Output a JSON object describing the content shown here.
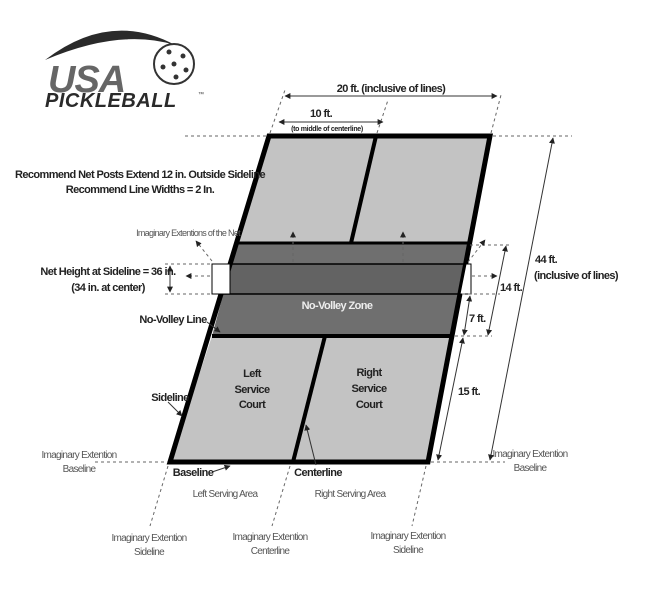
{
  "logo": {
    "line1": "USA",
    "line2": "PICKLEBALL",
    "trademark": "™"
  },
  "colors": {
    "court": "#c3c3c3",
    "no_volley_zone": "#6f6f6f",
    "net_band": "#666666",
    "lines": "#000000"
  },
  "dimensions": {
    "width_total": "20 ft. (inclusive of lines)",
    "width_half": "10 ft.",
    "width_half_note": "(to middle of centerline)",
    "length_total": "44 ft.",
    "length_total_note": "(inclusive of lines)",
    "nvz_both": "14 ft.",
    "nvz_one": "7 ft.",
    "service_depth": "15 ft."
  },
  "notes": {
    "net_posts": "Recommend Net Posts Extend 12 in. Outside Sideline",
    "line_widths": "Recommend Line Widths = 2 In.",
    "net_height": "Net Height at Sideline = 36 in.",
    "net_height_center": "(34 in. at center)",
    "net_extensions": "Imaginary Extentions of the Net"
  },
  "court_labels": {
    "nvz": "No-Volley Zone",
    "left_court": [
      "Left",
      "Service",
      "Court"
    ],
    "right_court": [
      "Right",
      "Service",
      "Court"
    ],
    "no_volley_line": "No-Volley Line",
    "sideline": "Sideline",
    "baseline": "Baseline",
    "centerline": "Centerline",
    "left_serving_area": "Left Serving Area",
    "right_serving_area": "Right Serving Area"
  },
  "extensions": {
    "baseline_left": [
      "Imaginary Extention",
      "Baseline"
    ],
    "baseline_right": [
      "Imaginary Extention",
      "Baseline"
    ],
    "sideline_left": [
      "Imaginary Extention",
      "Sideline"
    ],
    "centerline": [
      "Imaginary Extention",
      "Centerline"
    ],
    "sideline_right": [
      "Imaginary Extention",
      "Sideline"
    ]
  }
}
